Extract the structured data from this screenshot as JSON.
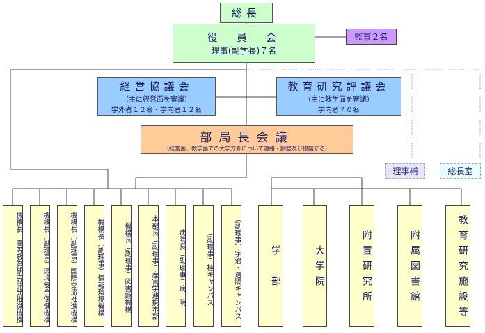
{
  "top": {
    "president": "総長",
    "officers_title": "役　員　会",
    "officers_sub": "理事(副学長)７名",
    "auditors": "監事２名"
  },
  "councils": {
    "mgmt_title": "経営協議会",
    "mgmt_sub1": "（主に経営面を審議）",
    "mgmt_sub2": "学外者１２名・学内者１２名",
    "edu_title": "教育研究評議会",
    "edu_sub1": "（主に教学面を審議）",
    "edu_sub2": "学内者７０名",
    "deans_title": "部局長会議",
    "deans_sub": "（経営面、教学面での大学方針について連絡・調整及び協議する）"
  },
  "side": {
    "assistant": "理事補",
    "office": "総長室"
  },
  "units": [
    "機構長　高等教育研究開発推進機構",
    "機構長（副理事）環境安全保健機構",
    "機構長（副理事）国際交流推進機構",
    "機構長（副理事）情報環境機構",
    "機構長（副理事）図書館機構",
    "本部長（副理事）産官学連携本部",
    "病院長（副理事）病　院",
    "（副理事）桂キャンパス",
    "（副理事）宇治・遠隔キャンパス"
  ],
  "divisions": [
    "学　部",
    "大学院",
    "附置研究所",
    "附属図書館",
    "教育研究施設等"
  ]
}
